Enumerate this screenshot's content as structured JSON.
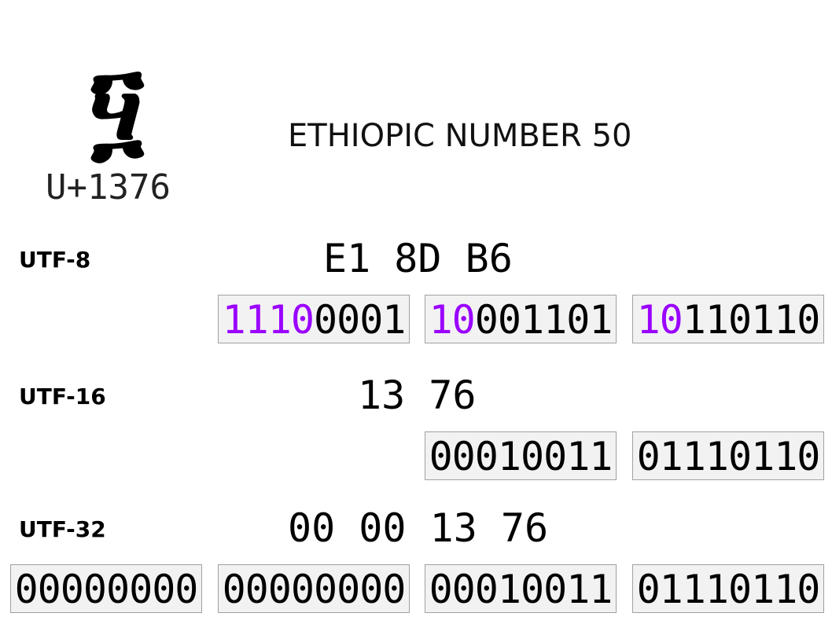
{
  "glyph": "፶",
  "codepoint": "U+1376",
  "char_name": "ETHIOPIC NUMBER 50",
  "colors": {
    "prefix_bits": "#9a00ff",
    "box_fill": "#f2f2f2",
    "box_border": "#a0a0a0"
  },
  "utf8": {
    "label": "UTF-8",
    "hex": "E1 8D B6",
    "bytes": [
      {
        "prefix": "1110",
        "rest": "0001"
      },
      {
        "prefix": "10",
        "rest": "001101"
      },
      {
        "prefix": "10",
        "rest": "110110"
      }
    ]
  },
  "utf16": {
    "label": "UTF-16",
    "hex": "13 76",
    "bytes": [
      "00010011",
      "01110110"
    ]
  },
  "utf32": {
    "label": "UTF-32",
    "hex": "00 00 13 76",
    "bytes": [
      "00000000",
      "00000000",
      "00010011",
      "01110110"
    ]
  }
}
